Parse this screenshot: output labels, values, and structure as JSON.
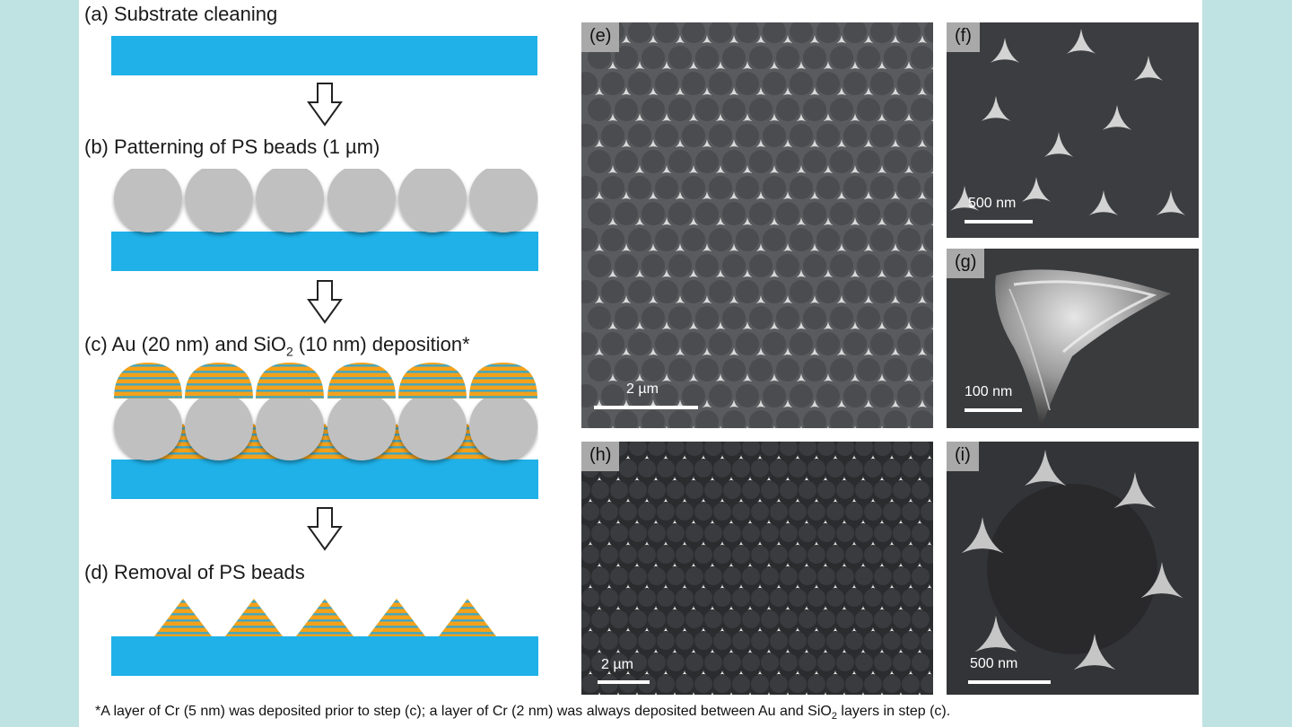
{
  "steps": {
    "a": "(a) Substrate cleaning",
    "b": "(b) Patterning of PS beads (1 µm)",
    "c_prefix": "(c) Au (20 nm) and SiO",
    "c_sub": "2",
    "c_suffix": " (10 nm) deposition*",
    "d": "(d) Removal of PS beads"
  },
  "panels": {
    "e": {
      "label": "(e)",
      "scale": "2 µm"
    },
    "f": {
      "label": "(f)",
      "scale": "500 nm"
    },
    "g": {
      "label": "(g)",
      "scale": "100 nm"
    },
    "h": {
      "label": "(h)",
      "scale": "2 µm"
    },
    "i": {
      "label": "(i)",
      "scale": "500 nm"
    }
  },
  "footnote": {
    "prefix": "*A layer of Cr (5 nm) was deposited prior to step (c); a layer of Cr (2 nm) was always deposited between Au and SiO",
    "sub": "2",
    "suffix": " layers in step (c)."
  },
  "colors": {
    "substrate": "#1fb1e8",
    "bead": "#c0c0c0",
    "gold": "#f4a11a",
    "silica_layer": "#3aa7c9",
    "sem_background": "#2f3032",
    "page_background": "#bfe3e2"
  }
}
